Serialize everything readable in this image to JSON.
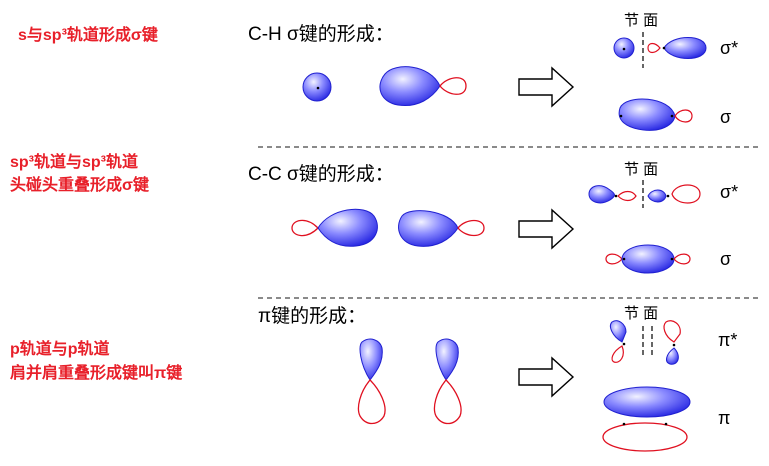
{
  "left_labels": {
    "row1": "s与sp³轨道形成σ键",
    "row2_line1": "sp³轨道与sp³轨道",
    "row2_line2": "头碰头重叠形成σ键",
    "row3_line1": "p轨道与p轨道",
    "row3_line2": "肩并肩重叠形成键叫π键"
  },
  "headings": {
    "row1": "C-H  σ键的形成：",
    "row2": "C-C  σ键的形成：",
    "row3": "π键的形成："
  },
  "node_label": "节 面",
  "symbols": {
    "sigma_star": "σ*",
    "sigma": "σ",
    "pi_star": "π*",
    "pi": "π"
  },
  "colors": {
    "label_red": "#e8202a",
    "lobe_blue": "#3a3af0",
    "lobe_light": "#e6e6ff",
    "lobe_small_red": "#e01020"
  }
}
